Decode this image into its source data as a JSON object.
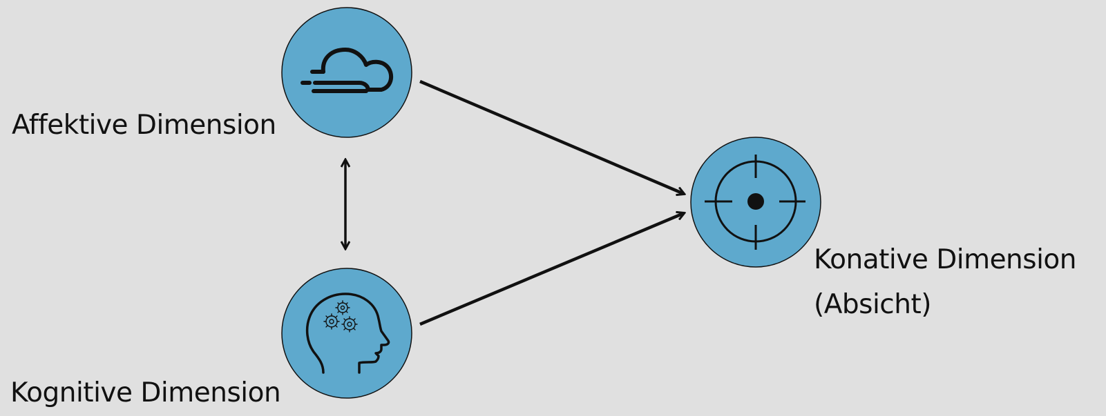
{
  "nodes": {
    "affective": {
      "label": "Affektive Dimension",
      "icon": "cloud-icon"
    },
    "cognitive": {
      "label": "Kognitive Dimension",
      "icon": "head-gears-icon"
    },
    "conative": {
      "label": "Konative Dimension",
      "sublabel": "(Absicht)",
      "icon": "target-icon"
    }
  },
  "edges": [
    {
      "from": "affective",
      "to": "conative",
      "type": "directed"
    },
    {
      "from": "cognitive",
      "to": "conative",
      "type": "directed"
    },
    {
      "from": "affective",
      "to": "cognitive",
      "type": "bidirectional"
    }
  ],
  "colors": {
    "background": "#e0e0e0",
    "node_fill": "#5ea9cd",
    "stroke": "#111111"
  }
}
